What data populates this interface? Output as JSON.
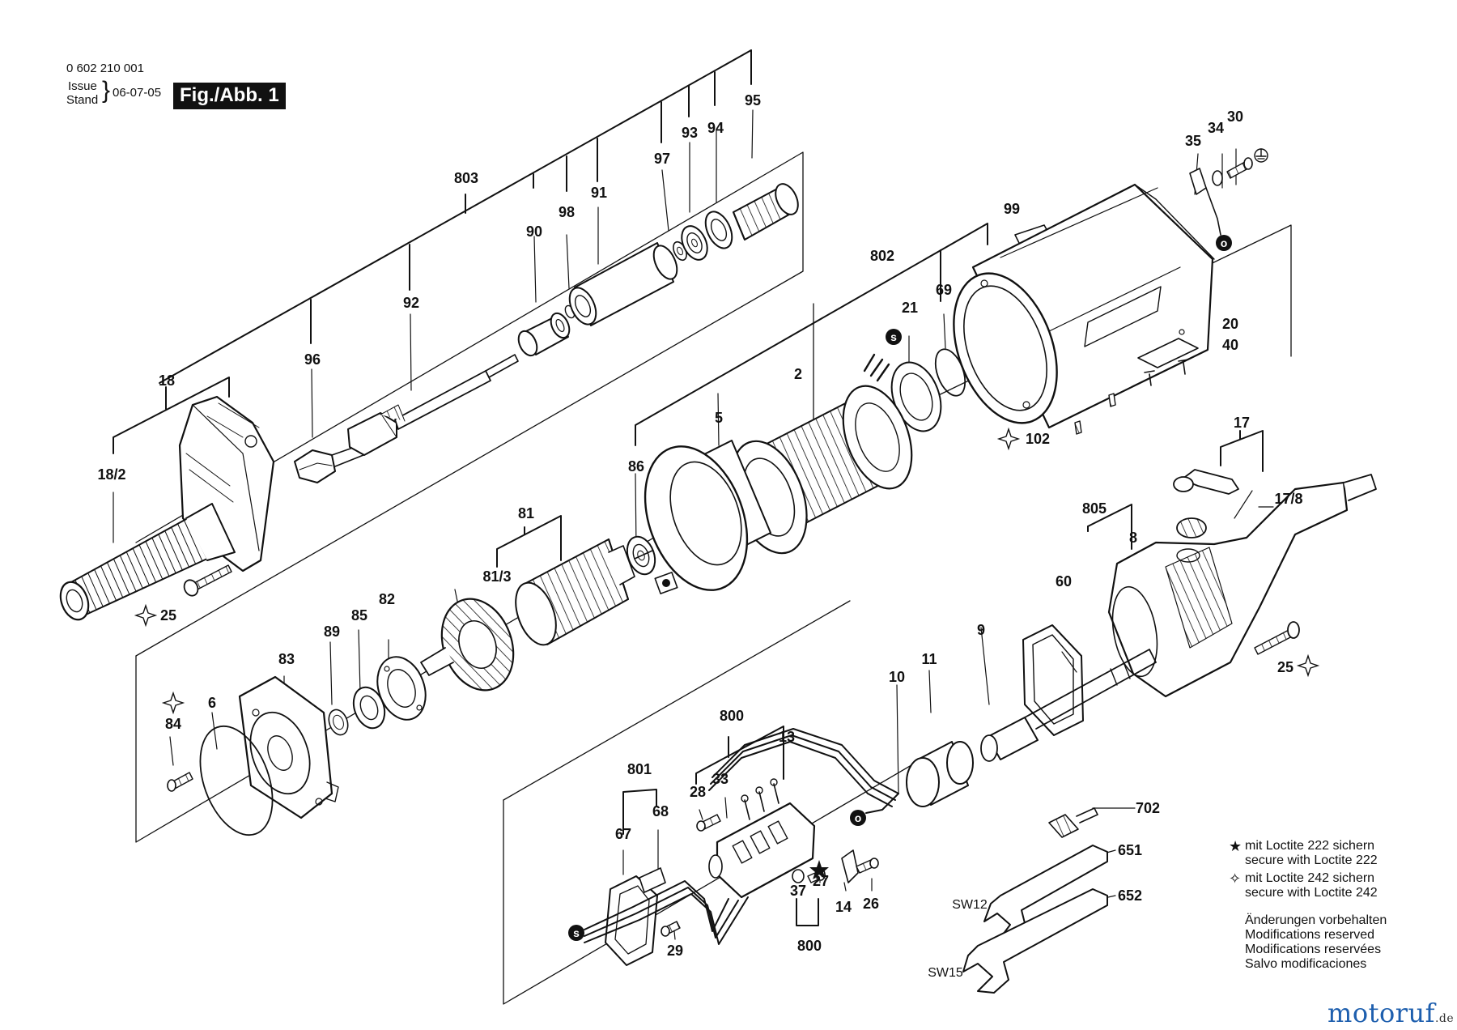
{
  "header": {
    "doc_number": "0 602 210 001",
    "issue_label": "Issue",
    "stand_label": "Stand",
    "date": "06-07-05",
    "figure_label": "Fig./Abb. 1"
  },
  "callouts": {
    "c803": "803",
    "c97": "97",
    "c93": "93",
    "c94": "94",
    "c95": "95",
    "c98": "98",
    "c91": "91",
    "c90": "90",
    "c92": "92",
    "c96": "96",
    "c18": "18",
    "c18_2": "18/2",
    "c25a": "25",
    "c35": "35",
    "c34": "34",
    "c30": "30",
    "c99": "99",
    "c802": "802",
    "c69": "69",
    "c21": "21",
    "c2": "2",
    "c20": "20",
    "c40": "40",
    "c102": "102",
    "c5": "5",
    "c86": "86",
    "c81": "81",
    "c81_3": "81/3",
    "c82": "82",
    "c85": "85",
    "c89": "89",
    "c83": "83",
    "c84": "84",
    "c6": "6",
    "c17": "17",
    "c17_8": "17/8",
    "c805": "805",
    "c8": "8",
    "c60": "60",
    "c25b": "25",
    "c9": "9",
    "c11": "11",
    "c10": "10",
    "c800a": "800",
    "c13": "13",
    "c33": "33",
    "c28": "28",
    "c801": "801",
    "c67": "67",
    "c68": "68",
    "c29": "29",
    "c37": "37",
    "c27": "27",
    "c14": "14",
    "c26": "26",
    "c800b": "800",
    "c702": "702",
    "c651": "651",
    "c652": "652",
    "csw12": "SW12",
    "csw15": "SW15"
  },
  "wire_tags": {
    "s": "s",
    "o": "o"
  },
  "legend": {
    "loctite222_de": "mit Loctite 222 sichern",
    "loctite222_en": "secure with Loctite 222",
    "loctite242_de": "mit Loctite 242 sichern",
    "loctite242_en": "secure with Loctite 242",
    "mod_de": "Änderungen vorbehalten",
    "mod_en": "Modifications reserved",
    "mod_fr": "Modifications reservées",
    "mod_es": "Salvo modificaciones"
  },
  "watermark": {
    "brand": "motoruf",
    "suffix": ".de"
  }
}
